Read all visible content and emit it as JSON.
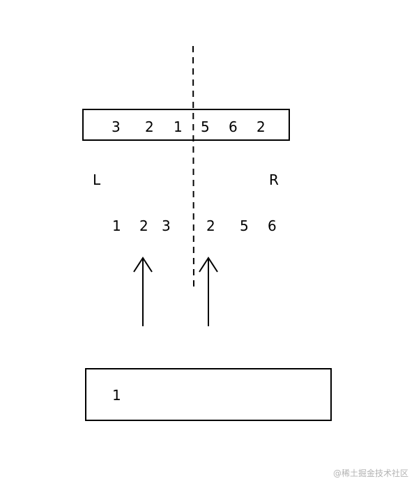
{
  "diagram": {
    "top_array": [
      "3",
      "2",
      "1",
      "5",
      "6",
      "2"
    ],
    "left_label": "L",
    "right_label": "R",
    "left_sorted": [
      "1",
      "2",
      "3"
    ],
    "right_sorted": [
      "2",
      "5",
      "6"
    ],
    "result_array": [
      "1"
    ]
  },
  "watermark": "@稀土掘金技术社区",
  "colors": {
    "line": "#000000",
    "background": "#ffffff",
    "watermark": "#b3b3b3"
  }
}
